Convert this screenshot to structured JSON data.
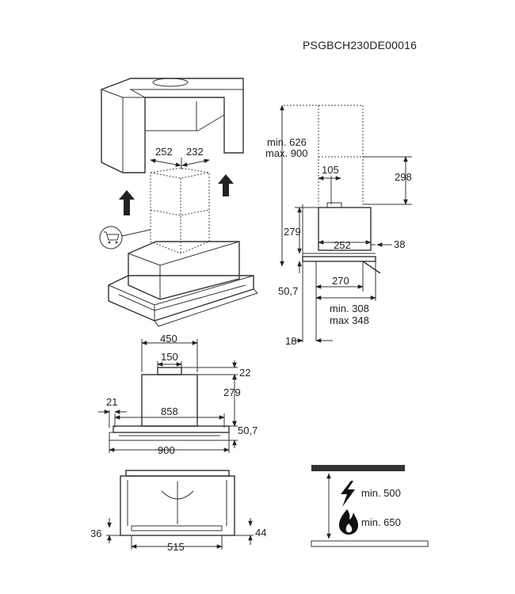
{
  "document_code": "PSGBCH230DE00016",
  "icons": {
    "cart": "shopping-cart-icon",
    "lightning": "lightning-icon",
    "flame": "flame-icon"
  },
  "views": {
    "isometric": {
      "dim_left": "252",
      "dim_right": "232"
    },
    "side": {
      "chimney_range_min": "min. 626",
      "chimney_range_max": "max. 900",
      "duct_offset": "105",
      "chimney_drop": "298",
      "body_height": "279",
      "body_depth": "252",
      "front_offset": "38",
      "panel_height": "50,7",
      "panel_depth": "270",
      "depth_min": "min. 308",
      "depth_max": "max 348",
      "wall_gap": "18"
    },
    "front": {
      "body_width": "450",
      "outlet_width": "150",
      "outlet_height": "22",
      "body_height": "279",
      "side_offset": "21",
      "inner_width": "858",
      "panel_height": "50,7",
      "total_width": "900"
    },
    "bottom": {
      "left_depth": "36",
      "right_depth": "44",
      "panel_width": "515"
    },
    "clearance": {
      "electric_label": "min. 500",
      "gas_label": "min. 650"
    }
  }
}
